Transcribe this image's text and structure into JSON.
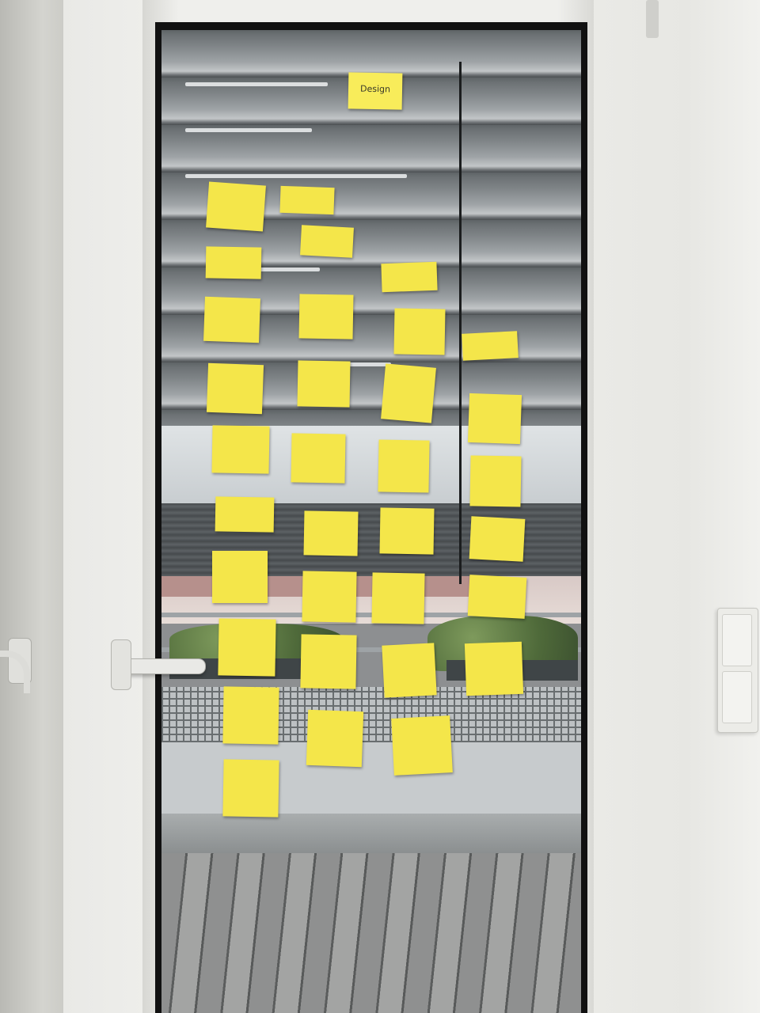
{
  "scene": {
    "description_tags": [
      "glass-door",
      "sticky-notes",
      "balcony"
    ],
    "colors": {
      "sticky_note": "#f4e64a",
      "door_frame": "#efefec",
      "glass_edge": "#111111"
    }
  },
  "notes": [
    {
      "id": "n-top",
      "text": "Design"
    },
    {
      "id": "n-r1a",
      "text": ""
    },
    {
      "id": "n-r1b",
      "text": ""
    },
    {
      "id": "n-r1c",
      "text": ""
    },
    {
      "id": "n-r2a",
      "text": ""
    },
    {
      "id": "n-r2b",
      "text": ""
    },
    {
      "id": "n-r3a",
      "text": ""
    },
    {
      "id": "n-r3b",
      "text": ""
    },
    {
      "id": "n-r3c",
      "text": ""
    },
    {
      "id": "n-r3d",
      "text": ""
    },
    {
      "id": "n-r4a",
      "text": ""
    },
    {
      "id": "n-r4b",
      "text": ""
    },
    {
      "id": "n-r4c",
      "text": ""
    },
    {
      "id": "n-r4d",
      "text": ""
    },
    {
      "id": "n-r5a",
      "text": ""
    },
    {
      "id": "n-r5b",
      "text": ""
    },
    {
      "id": "n-r5c",
      "text": ""
    },
    {
      "id": "n-r5d",
      "text": ""
    },
    {
      "id": "n-r6a",
      "text": ""
    },
    {
      "id": "n-r6b",
      "text": ""
    },
    {
      "id": "n-r6c",
      "text": ""
    },
    {
      "id": "n-r6d",
      "text": ""
    },
    {
      "id": "n-r7a",
      "text": ""
    },
    {
      "id": "n-r7b",
      "text": ""
    },
    {
      "id": "n-r7c",
      "text": ""
    },
    {
      "id": "n-r7d",
      "text": ""
    },
    {
      "id": "n-r8a",
      "text": ""
    },
    {
      "id": "n-r8b",
      "text": ""
    },
    {
      "id": "n-r8c",
      "text": ""
    },
    {
      "id": "n-r8d",
      "text": ""
    },
    {
      "id": "n-r9a",
      "text": ""
    },
    {
      "id": "n-r9b",
      "text": ""
    },
    {
      "id": "n-r9c",
      "text": ""
    },
    {
      "id": "n-r10a",
      "text": ""
    }
  ]
}
